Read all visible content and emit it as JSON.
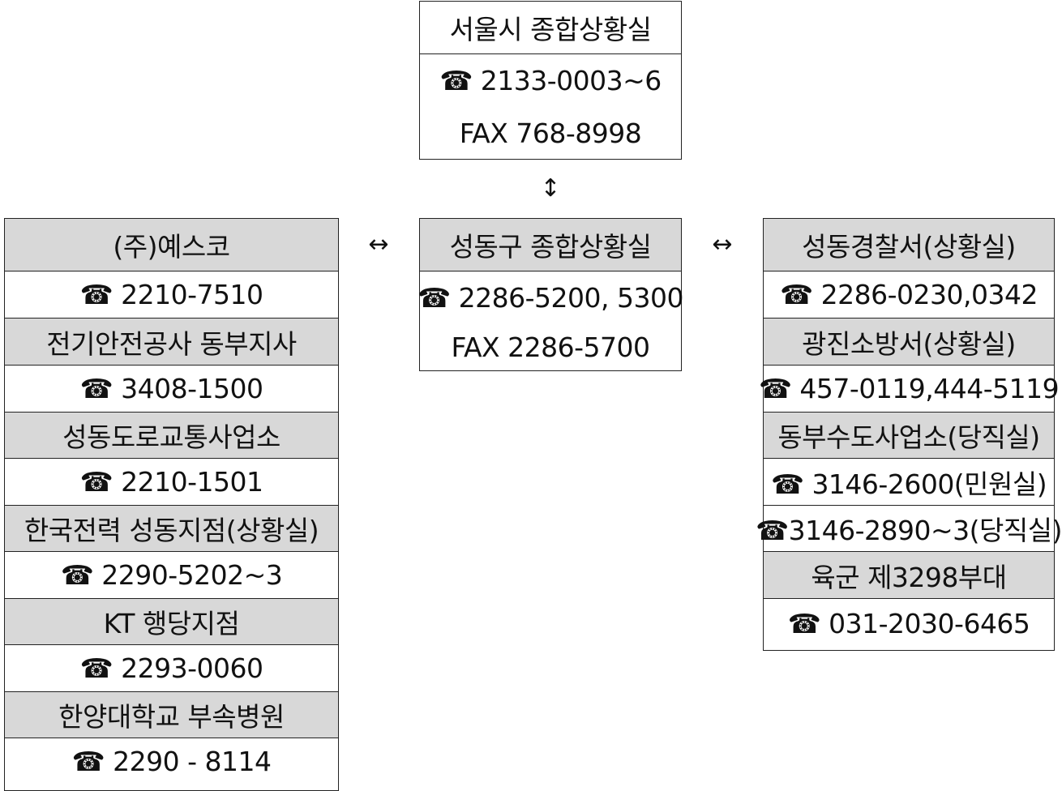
{
  "nodes": {
    "seoul": {
      "title": "서울시 종합상황실",
      "phone": "☎ 2133-0003~6",
      "fax": "FAX 768-8998"
    },
    "seongdong": {
      "title": "성동구 종합상황실",
      "phone": "☎ 2286-5200, 5300",
      "fax": "FAX 2286-5700"
    },
    "left": [
      {
        "title": "(주)예스코",
        "phone": "☎ 2210-7510"
      },
      {
        "title": "전기안전공사 동부지사",
        "phone": "☎ 3408-1500"
      },
      {
        "title": "성동도로교통사업소",
        "phone": "☎ 2210-1501"
      },
      {
        "title": "한국전력 성동지점(상황실)",
        "phone": "☎ 2290-5202~3"
      },
      {
        "title": "KT 행당지점",
        "phone": "☎ 2293-0060"
      },
      {
        "title": "한양대학교 부속병원",
        "phone": "☎ 2290 - 8114"
      }
    ],
    "right": [
      {
        "title": "성동경찰서(상황실)",
        "phone": "☎ 2286-0230,0342"
      },
      {
        "title": "광진소방서(상황실)",
        "phone": "☎ 457-0119,444-5119"
      },
      {
        "title": "동부수도사업소(당직실)",
        "phone": "☎ 3146-2600(민원실)",
        "phone2": "☎3146-2890~3(당직실)"
      },
      {
        "title": "육군 제3298부대",
        "phone": "☎ 031-2030-6465"
      }
    ]
  },
  "arrows": {
    "vertical": "↕",
    "left": "↔",
    "right": "↔"
  }
}
